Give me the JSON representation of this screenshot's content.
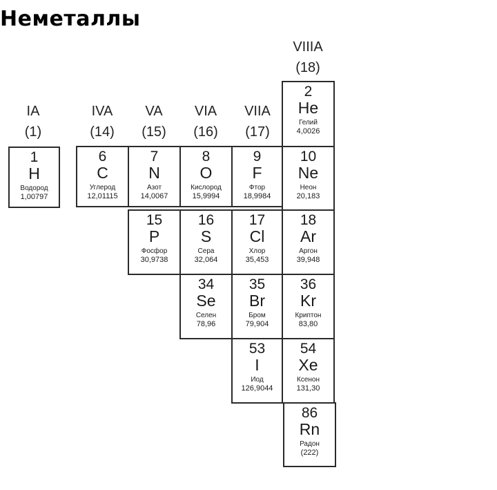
{
  "title": "Неметаллы",
  "groups": [
    {
      "roman": "IA",
      "num": "(1)"
    },
    {
      "roman": "IVA",
      "num": "(14)"
    },
    {
      "roman": "VA",
      "num": "(15)"
    },
    {
      "roman": "VIA",
      "num": "(16)"
    },
    {
      "roman": "VIIA",
      "num": "(17)"
    },
    {
      "roman": "VIIIA",
      "num": "(18)"
    }
  ],
  "elements": [
    {
      "number": "1",
      "symbol": "H",
      "name": "Водород",
      "mass": "1,00797"
    },
    {
      "number": "6",
      "symbol": "C",
      "name": "Углерод",
      "mass": "12,01115"
    },
    {
      "number": "7",
      "symbol": "N",
      "name": "Азот",
      "mass": "14,0067"
    },
    {
      "number": "8",
      "symbol": "O",
      "name": "Кислород",
      "mass": "15,9994"
    },
    {
      "number": "9",
      "symbol": "F",
      "name": "Фтор",
      "mass": "18,9984"
    },
    {
      "number": "2",
      "symbol": "He",
      "name": "Гелий",
      "mass": "4,0026"
    },
    {
      "number": "10",
      "symbol": "Ne",
      "name": "Неон",
      "mass": "20,183"
    },
    {
      "number": "15",
      "symbol": "P",
      "name": "Фосфор",
      "mass": "30,9738"
    },
    {
      "number": "16",
      "symbol": "S",
      "name": "Сера",
      "mass": "32,064"
    },
    {
      "number": "17",
      "symbol": "Cl",
      "name": "Хлор",
      "mass": "35,453"
    },
    {
      "number": "18",
      "symbol": "Ar",
      "name": "Аргон",
      "mass": "39,948"
    },
    {
      "number": "34",
      "symbol": "Se",
      "name": "Селен",
      "mass": "78,96"
    },
    {
      "number": "35",
      "symbol": "Br",
      "name": "Бром",
      "mass": "79,904"
    },
    {
      "number": "36",
      "symbol": "Kr",
      "name": "Криптон",
      "mass": "83,80"
    },
    {
      "number": "53",
      "symbol": "I",
      "name": "Иод",
      "mass": "126,9044"
    },
    {
      "number": "54",
      "symbol": "Xe",
      "name": "Ксенон",
      "mass": "131,30"
    },
    {
      "number": "86",
      "symbol": "Rn",
      "name": "Радон",
      "mass": "(222)"
    }
  ]
}
